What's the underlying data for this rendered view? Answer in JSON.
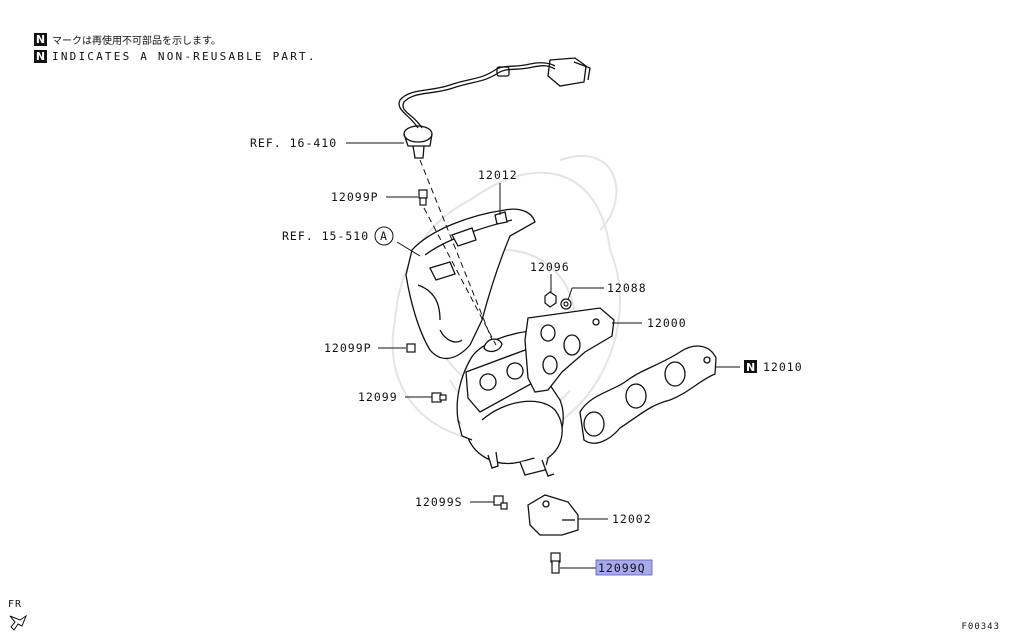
{
  "legend": {
    "badge": "N",
    "japanese": "マークは再使用不可部品を示します。",
    "english": "INDICATES A NON-REUSABLE PART."
  },
  "parts": {
    "ref_16_410": "REF. 16-410",
    "p12012": "12012",
    "p12099p_top": "12099P",
    "ref_15_510": "REF. 15-510",
    "circle_a": "A",
    "p12096": "12096",
    "p12088": "12088",
    "p12000": "12000",
    "p12099p_mid": "12099P",
    "p12010": "12010",
    "p12099": "12099",
    "p12099s": "12099S",
    "p12002": "12002",
    "p12099q": "12099Q"
  },
  "highlight_color": "#a9a9ee",
  "orientation": "FR",
  "figure_code": "F00343"
}
